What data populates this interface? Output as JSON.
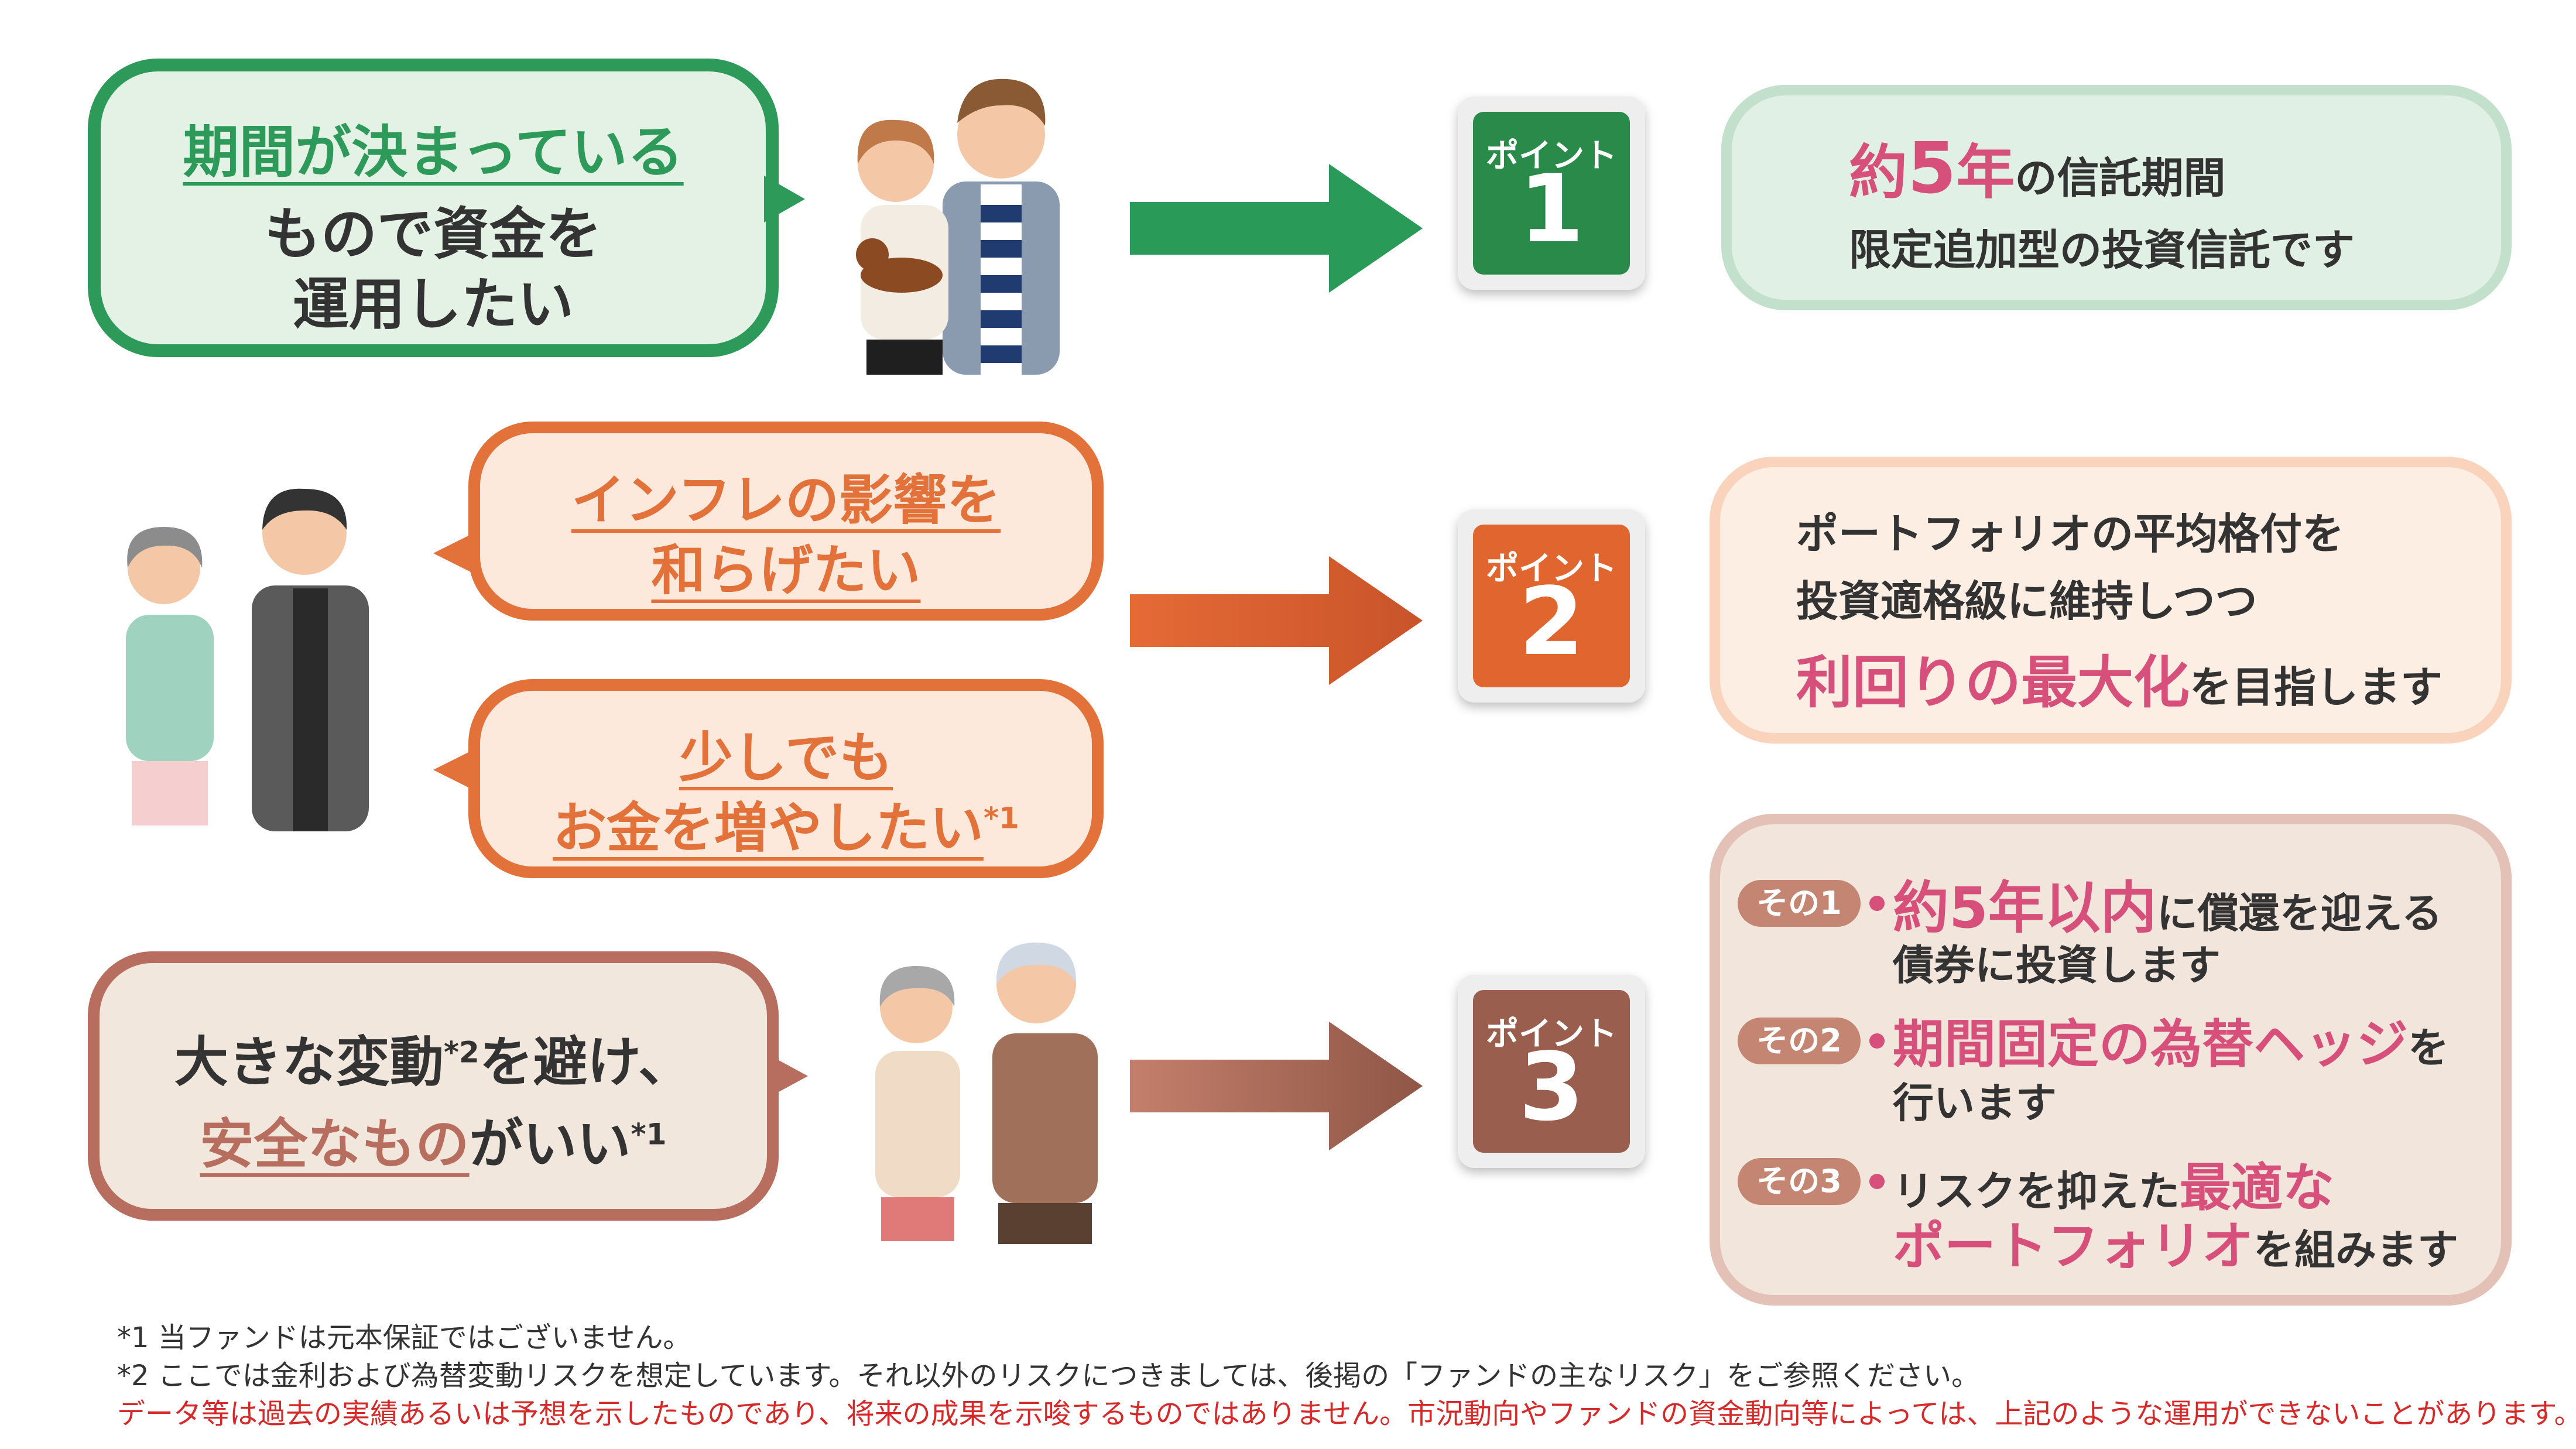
{
  "rows": [
    {
      "bubble_lines": [
        "期間が決まっている",
        "もので資金を",
        "運用したい"
      ],
      "point_label": "ポイント",
      "point_number": "1",
      "panel": {
        "line1_pink": "約",
        "line1_num": "5",
        "line1_pink2": "年",
        "line1_rest": "の信託期間",
        "line2": "限定追加型の投資信託です"
      }
    },
    {
      "bubble_a_lines": [
        "インフレの影響を",
        "和らげたい"
      ],
      "bubble_b_lines": [
        "少しでも",
        "お金を増やしたい"
      ],
      "bubble_b_note": "*1",
      "point_label": "ポイント",
      "point_number": "2",
      "panel": {
        "line1": "ポートフォリオの平均格付を",
        "line2": "投資適格級に維持しつつ",
        "line3_pink": "利回りの最大化",
        "line3_rest": "を目指します"
      }
    },
    {
      "bubble_line1": "大きな変動",
      "bubble_line1_note": "*2",
      "bubble_line1_rest": "を避け、",
      "bubble_line2_underlined": "安全なもの",
      "bubble_line2_rest": "がいい",
      "bubble_line2_note": "*1",
      "point_label": "ポイント",
      "point_number": "3",
      "items": [
        {
          "tag": "その1",
          "pink": "約5年以内",
          "rest": "に償還を迎える",
          "line2": "債券に投資します",
          "line2_pink": ""
        },
        {
          "tag": "その2",
          "pink": "期間固定の為替ヘッジ",
          "rest": "を",
          "line2": "行います",
          "line2_pink": ""
        },
        {
          "tag": "その3",
          "pink": "",
          "rest": "リスクを抑えた",
          "rest_pink": "最適な",
          "line2_pink": "ポートフォリオ",
          "line2": "を組みます"
        }
      ]
    }
  ],
  "footnotes": {
    "note1": "*1 当ファンドは元本保証ではございません。",
    "note2": "*2 ここでは金利および為替変動リスクを想定しています。それ以外のリスクにつきましては、後掲の「ファンドの主なリスク」をご参照ください。",
    "note3": "データ等は過去の実績あるいは予想を示したものであり、将来の成果を示唆するものではありません。市況動向やファンドの資金動向等によっては、上記のような運用ができないことがあります。"
  },
  "colors": {
    "green": "#2e9a5a",
    "orange": "#e3713a",
    "brown": "#b86e5e",
    "pink": "#d6507b",
    "warning_red": "#d42a2a"
  }
}
